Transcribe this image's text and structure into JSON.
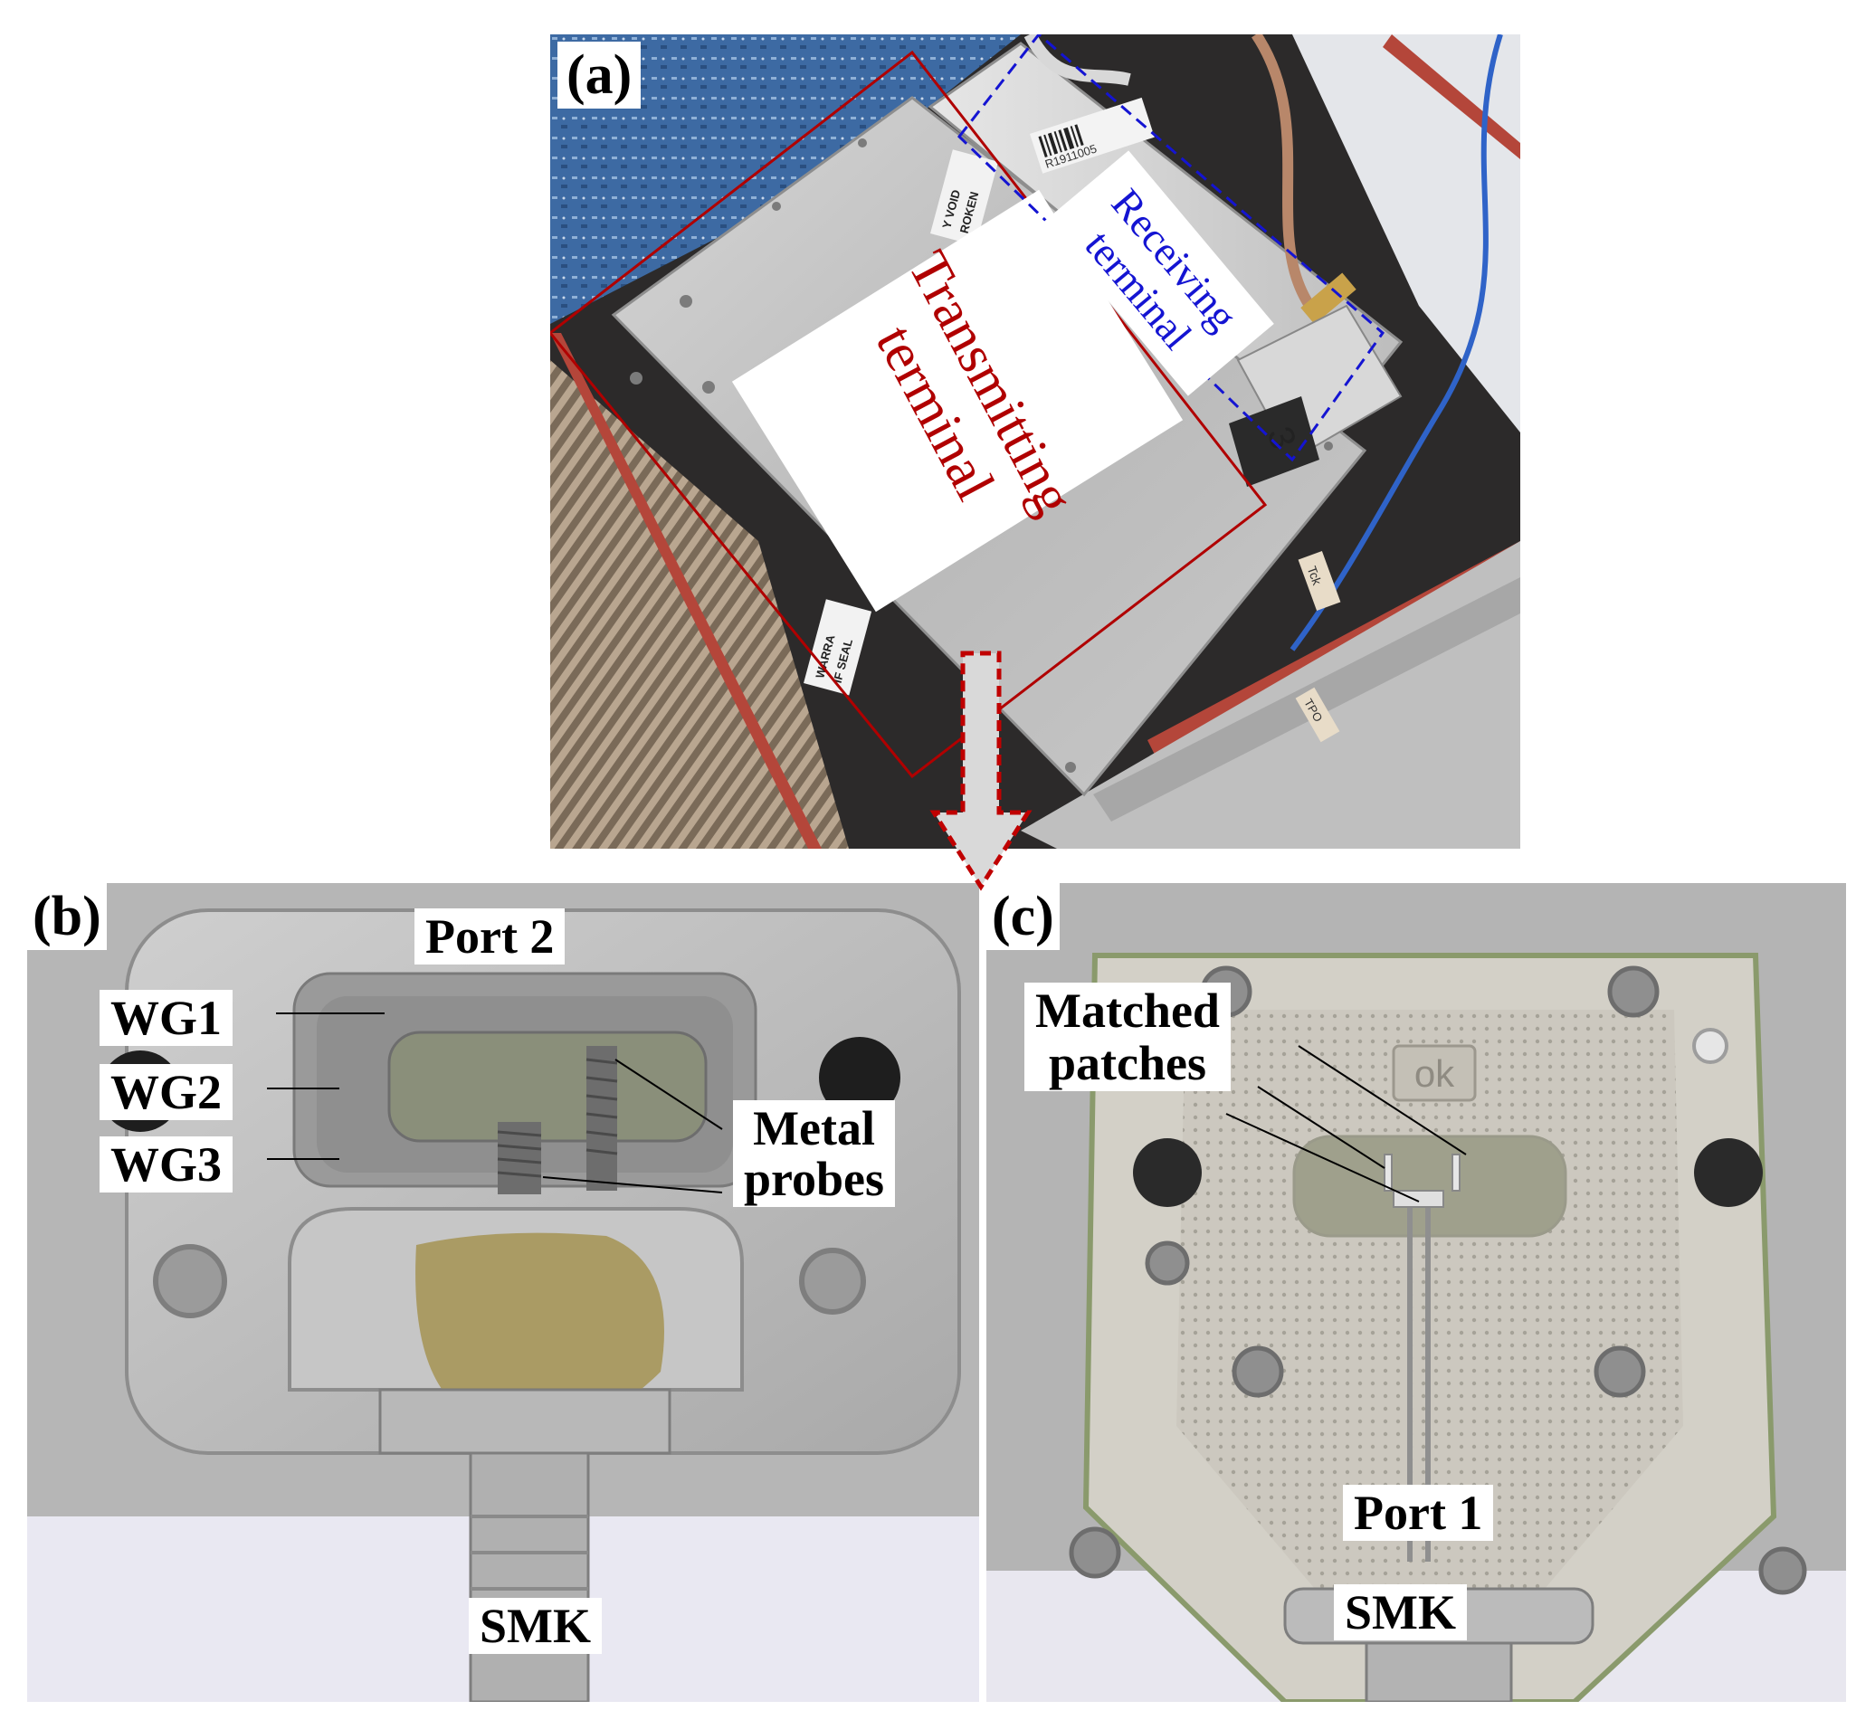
{
  "panels": {
    "a": {
      "letter": "(a)",
      "transmitting_label": "Transmitting terminal",
      "transmitting_line1": "Transmitting",
      "transmitting_line2": "terminal",
      "receiving_line1": "Receiving",
      "receiving_line2": "terminal",
      "sticker_lines": [
        "Y VOID",
        "ROKEN"
      ],
      "sticker_lines_2": [
        "WARRA",
        "IF SEAL"
      ],
      "barcode_text": "R1911005",
      "handwritten_mark": "3",
      "tag_text": "Tck",
      "tag_text_2": "TPO"
    },
    "b": {
      "letter": "(b)",
      "port": "Port 2",
      "wg1": "WG1",
      "wg2": "WG2",
      "wg3": "WG3",
      "metal_probes_line1": "Metal",
      "metal_probes_line2": "probes",
      "connector": "SMK"
    },
    "c": {
      "letter": "(c)",
      "matched_patches_line1": "Matched",
      "matched_patches_line2": "patches",
      "port": "Port 1",
      "connector": "SMK",
      "logo_text": "ok"
    }
  },
  "colors": {
    "transmitting": "#b00000",
    "receiving": "#1414d2",
    "arrow_outline": "#c00000",
    "arrow_fill": "#d9d9d9",
    "aluminum": "#c2c2c2",
    "pcb_blue": "#3a6aa6",
    "gasket": "#b4463a"
  }
}
